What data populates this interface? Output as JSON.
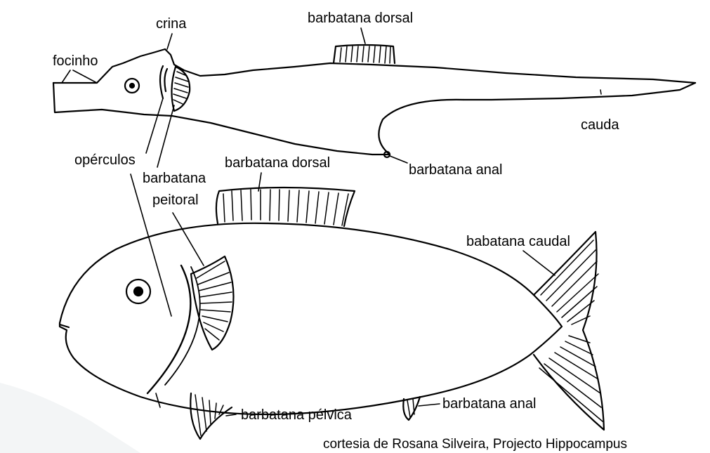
{
  "labels": {
    "focinho": "focinho",
    "crina": "crina",
    "dorsal_top": "barbatana dorsal",
    "cauda": "cauda",
    "operculos": "opérculos",
    "barbatana": "barbatana",
    "peitoral": "peitoral",
    "dorsal_bottom": "barbatana dorsal",
    "anal_top": "barbatana anal",
    "caudal": "babatana caudal",
    "pelvica": "barbatana pélvica",
    "anal_bottom": "barbatana anal",
    "credit": "cortesia de Rosana Silveira, Projecto Hippocampus"
  }
}
